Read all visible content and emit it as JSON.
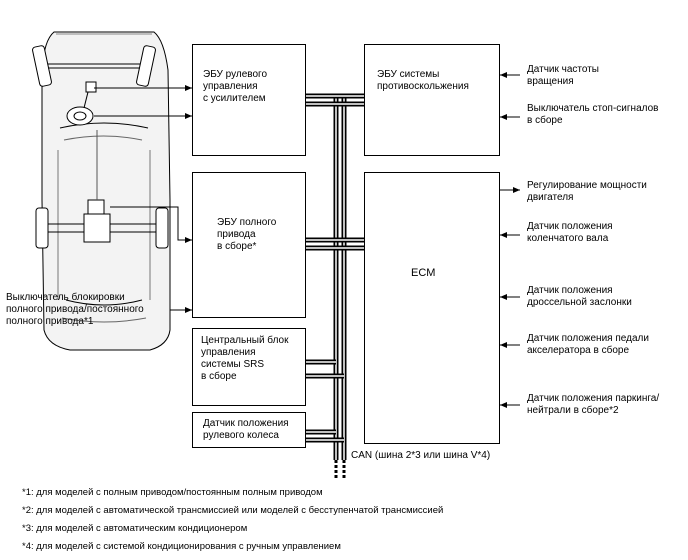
{
  "ecu": {
    "steering": "ЭБУ рулевого\nуправления\nс усилителем",
    "awd": "ЭБУ полного\nпривода\nв сборе*",
    "srs": "Центральный блок\nуправления\nсистемы SRS\nв сборе",
    "swsensor": "Датчик положения\nрулевого колеса",
    "skid": "ЭБУ системы\nпротивоскольжения",
    "ecm": "ECM"
  },
  "left": {
    "awd_switch": "Выключатель блокировки\nполного привода/постоянного\nполного привода*1"
  },
  "right": {
    "speed": "Датчик частоты\nвращения",
    "stop": "Выключатель стоп-сигналов\nв сборе",
    "power": "Регулирование мощности\nдвигателя",
    "crank": "Датчик положения\nколенчатого вала",
    "throttle": "Датчик положения\nдроссельной заслонки",
    "pedal": "Датчик положения педали\nакселератора в сборе",
    "park": "Датчик положения паркинга/\nнейтрали в сборе*2"
  },
  "can_label": "CAN (шина 2*3 или шина V*4)",
  "footnotes": [
    "*1: для моделей с полным приводом/постоянным полным приводом",
    "*2: для моделей с автоматической трансмиссией или моделей с бесступенчатой трансмиссией",
    "*3: для моделей с автоматическим кондиционером",
    "*4: для моделей с системой кондиционирования с ручным управлением"
  ]
}
